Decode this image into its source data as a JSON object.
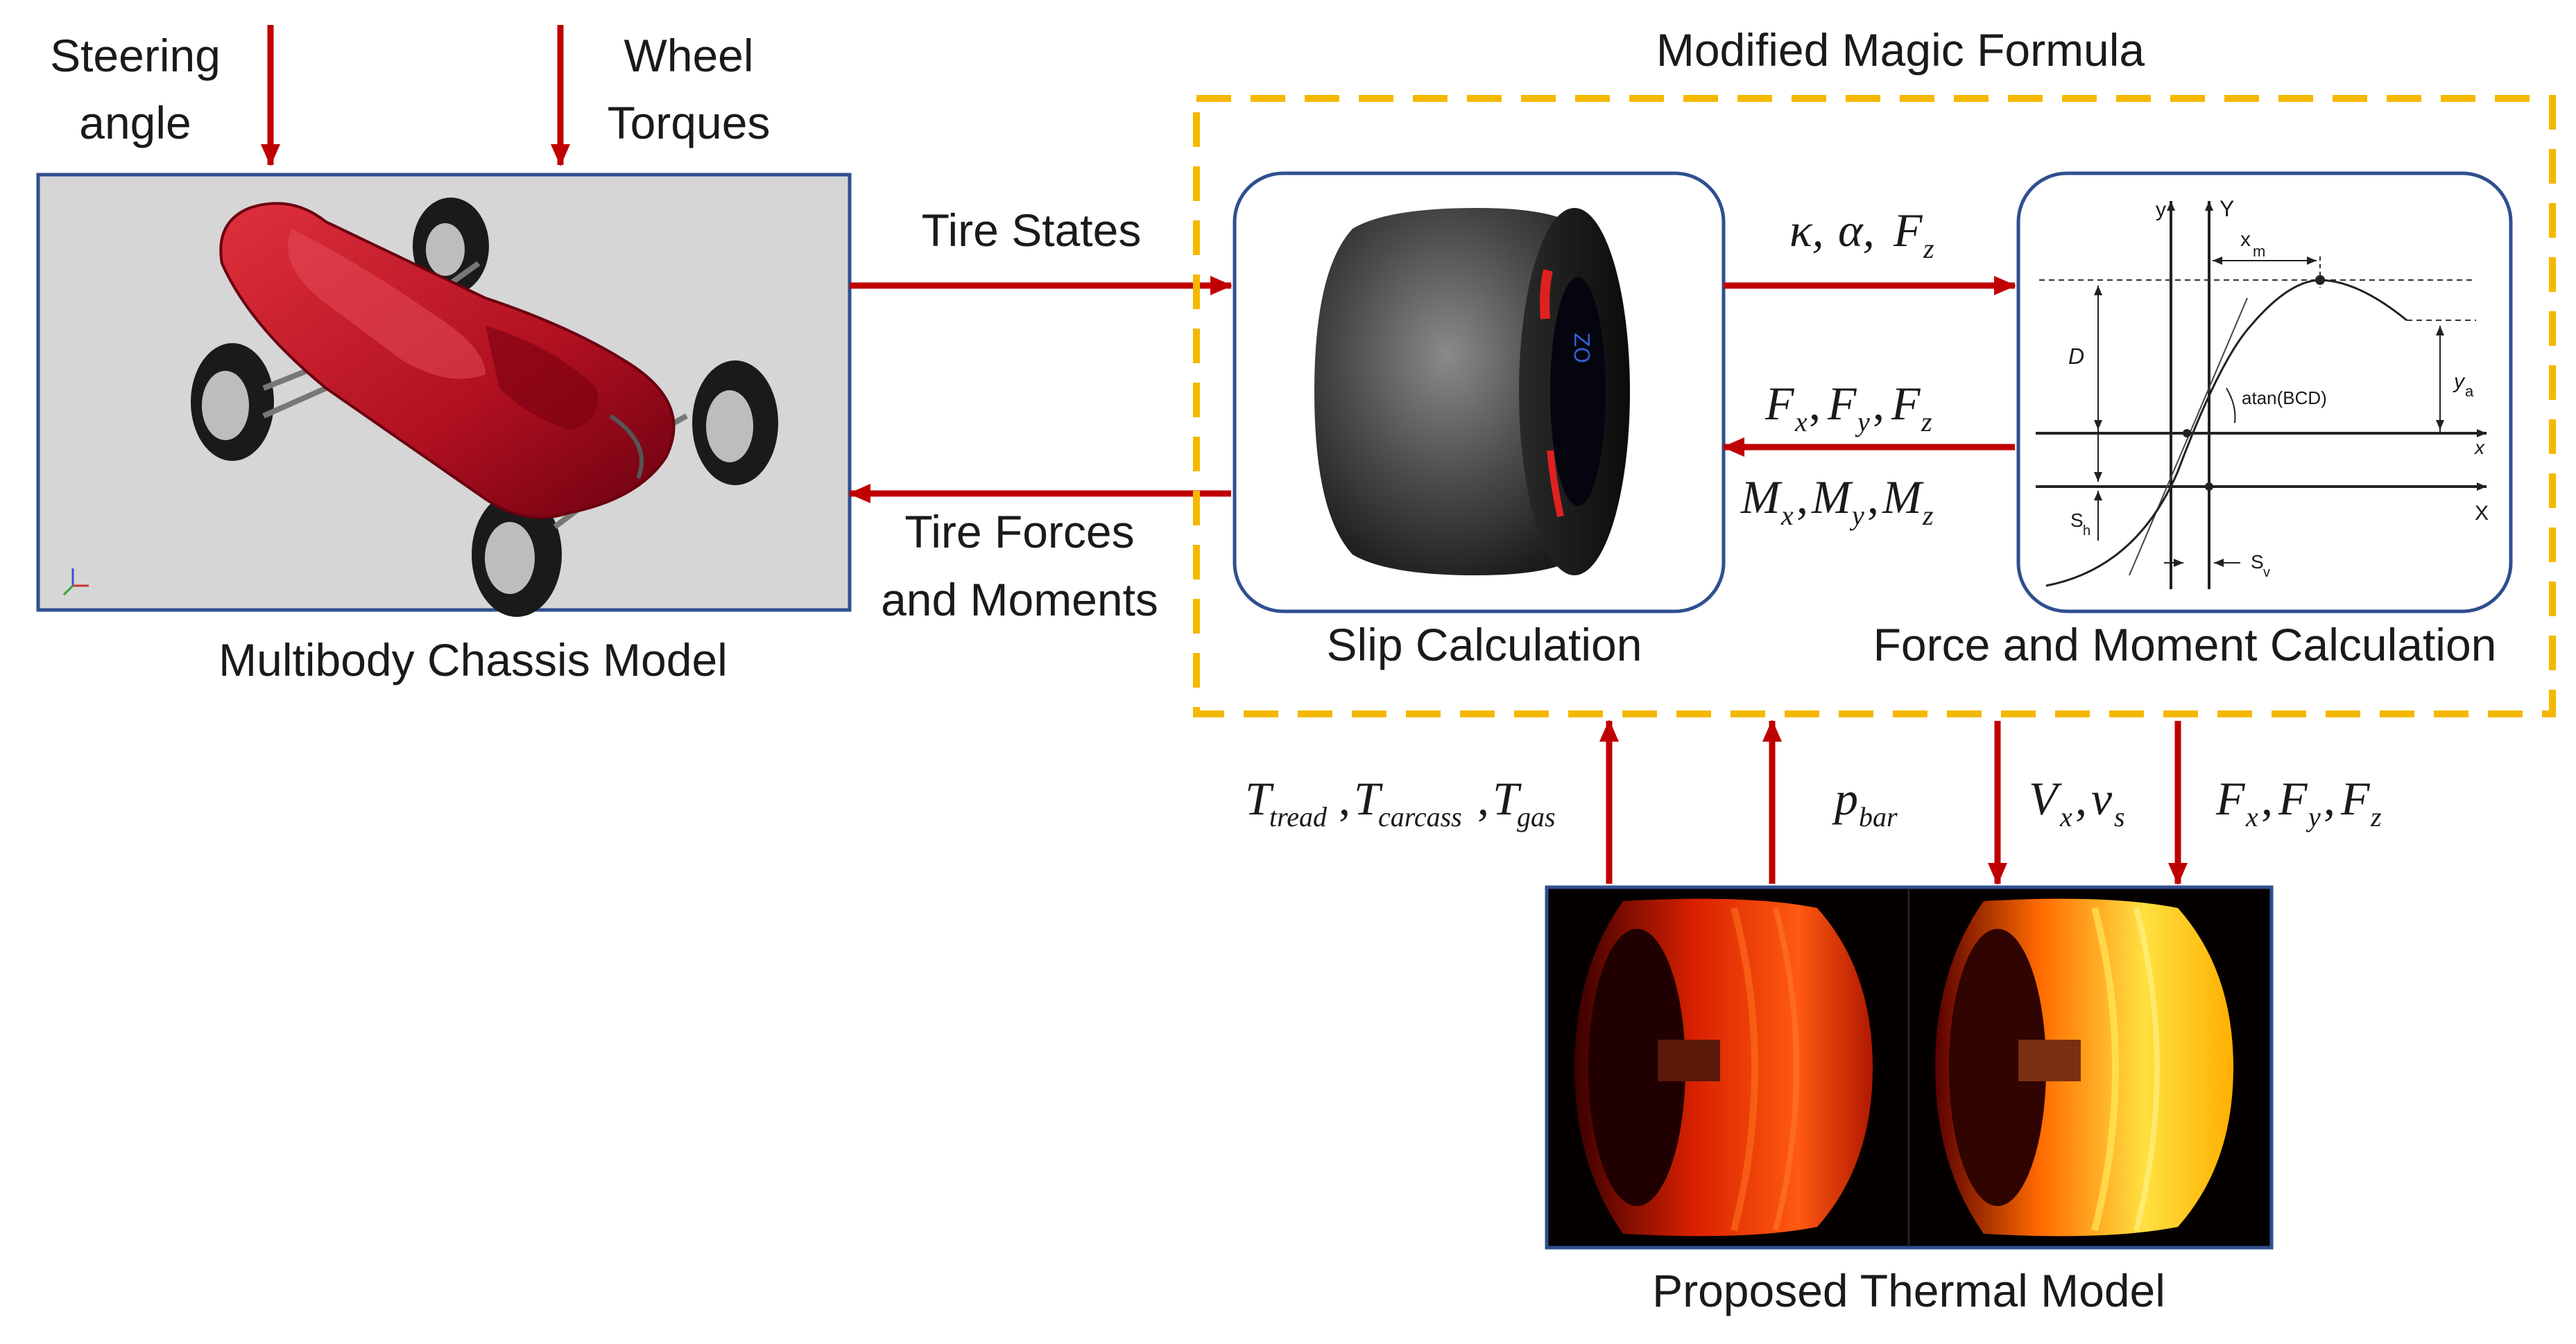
{
  "labels": {
    "steering": [
      "Steering",
      "angle"
    ],
    "wheel": [
      "Wheel",
      "Torques"
    ],
    "modified_magic_formula": "Modified Magic Formula",
    "tire_states": "Tire States",
    "tire_forces": [
      "Tire Forces",
      "and Moments"
    ],
    "multibody": "Multibody Chassis Model",
    "slip": "Slip Calculation",
    "force_moment": "Force and Moment Calculation",
    "thermal": "Proposed Thermal Model"
  },
  "graph": {
    "y": "y",
    "Y": "Y",
    "xm": "x",
    "xm_sub": "m",
    "D": "D",
    "ya": "y",
    "ya_sub": "a",
    "atan": "atan(BCD)",
    "x": "x",
    "X": "X",
    "sh": "S",
    "sh_sub": "h",
    "sv": "S",
    "sv_sub": "v"
  },
  "colors": {
    "arrow": "#c00000",
    "dashed_box": "#f5b800",
    "chassis_border": "#2f4f8f",
    "rounded_border": "#2f4f8f",
    "car_body": "#b01020"
  }
}
